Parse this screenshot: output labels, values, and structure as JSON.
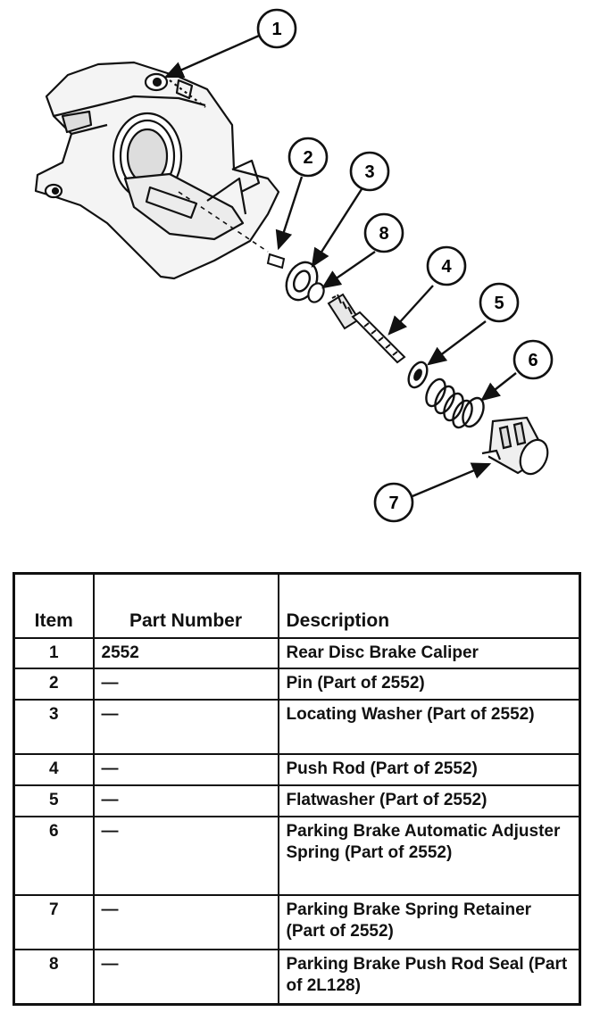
{
  "callouts": [
    "1",
    "2",
    "3",
    "8",
    "4",
    "5",
    "6",
    "7"
  ],
  "table": {
    "headers": {
      "item": "Item",
      "part_number": "Part Number",
      "description": "Description"
    },
    "rows": [
      {
        "item": "1",
        "part": "2552",
        "desc": "Rear Disc Brake Caliper"
      },
      {
        "item": "2",
        "part": "—",
        "desc": "Pin (Part of 2552)"
      },
      {
        "item": "3",
        "part": "—",
        "desc": "Locating Washer (Part of 2552)"
      },
      {
        "item": "4",
        "part": "—",
        "desc": "Push Rod (Part of 2552)"
      },
      {
        "item": "5",
        "part": "—",
        "desc": "Flatwasher (Part of 2552)"
      },
      {
        "item": "6",
        "part": "—",
        "desc": "Parking Brake Automatic Adjuster Spring (Part of 2552)"
      },
      {
        "item": "7",
        "part": "—",
        "desc": "Parking Brake Spring Retainer (Part of 2552)"
      },
      {
        "item": "8",
        "part": "—",
        "desc": "Parking Brake Push Rod Seal (Part of 2L128)"
      }
    ]
  }
}
